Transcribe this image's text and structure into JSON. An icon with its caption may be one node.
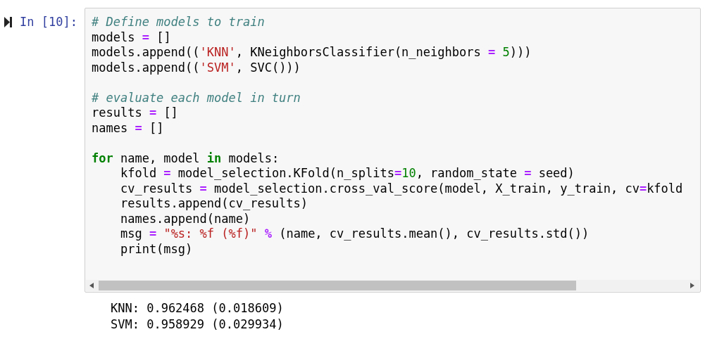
{
  "diagram": {
    "labels": [
      "In [10]:",
      "# Define models to train",
      "models = []",
      "models.append(('KNN', KNeighborsClassifier(n_neighbors = 5)))",
      "models.append(('SVM', SVC()))",
      "# evaluate each model in turn",
      "results = []",
      "names = []",
      "**for** name, model **in** models:",
      "    kfold = model_selection.KFold(n_splits=10, random_state = seed)",
      "    cv_results = model_selection.cross_val_score(model, X_train, y_train, cv=kfold",
      "    results.append(cv_results)",
      "    names.append(name)",
      "    msg = \"%s: %f (%f)\" % (name, cv_results.mean(), cv_results.std())",
      "    print(msg)",
      "KNN: 0.962468 (0.018609)",
      "SVM: 0.958929 (0.029934)"
    ]
  }
}
